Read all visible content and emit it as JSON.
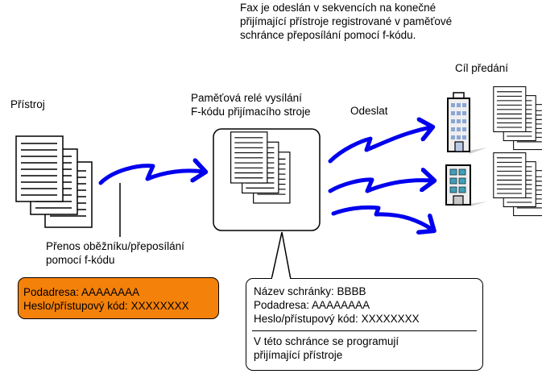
{
  "description": {
    "lines": [
      "Fax je odeslán v sekvencích na konečné",
      "přijímající přístroje registrované v paměťové",
      "schránce přeposílání pomocí f-kódu."
    ]
  },
  "labels": {
    "device": "Přístroj",
    "relay_box_line1": "Paměťová relé vysílání",
    "relay_box_line2": "F-kódu přijímacího stroje",
    "send": "Odeslat",
    "destination": "Cíl předání",
    "transfer_line1": "Přenos oběžníku/přeposílání",
    "transfer_line2": "pomocí f-kódu"
  },
  "orange_box": {
    "subaddress": "Podadresa: AAAAAAAA",
    "password": "Heslo/přístupový kód: XXXXXXXX"
  },
  "info_box": {
    "box_name": "Název schránky: BBBB",
    "subaddress": "Podadresa: AAAAAAAA",
    "password": "Heslo/přístupový kód: XXXXXXXX",
    "note_line1": "V této schránce se programují",
    "note_line2": "přijímající přístroje"
  },
  "colors": {
    "arrow": "#0000ee",
    "orange": "#f4810a",
    "building_window_blue": "#8aa6d6",
    "building_window_teal": "#3fa0b8"
  },
  "icons": [
    "document-stack-icon",
    "memory-box-icon",
    "office-building-icon",
    "arrow-icon"
  ]
}
